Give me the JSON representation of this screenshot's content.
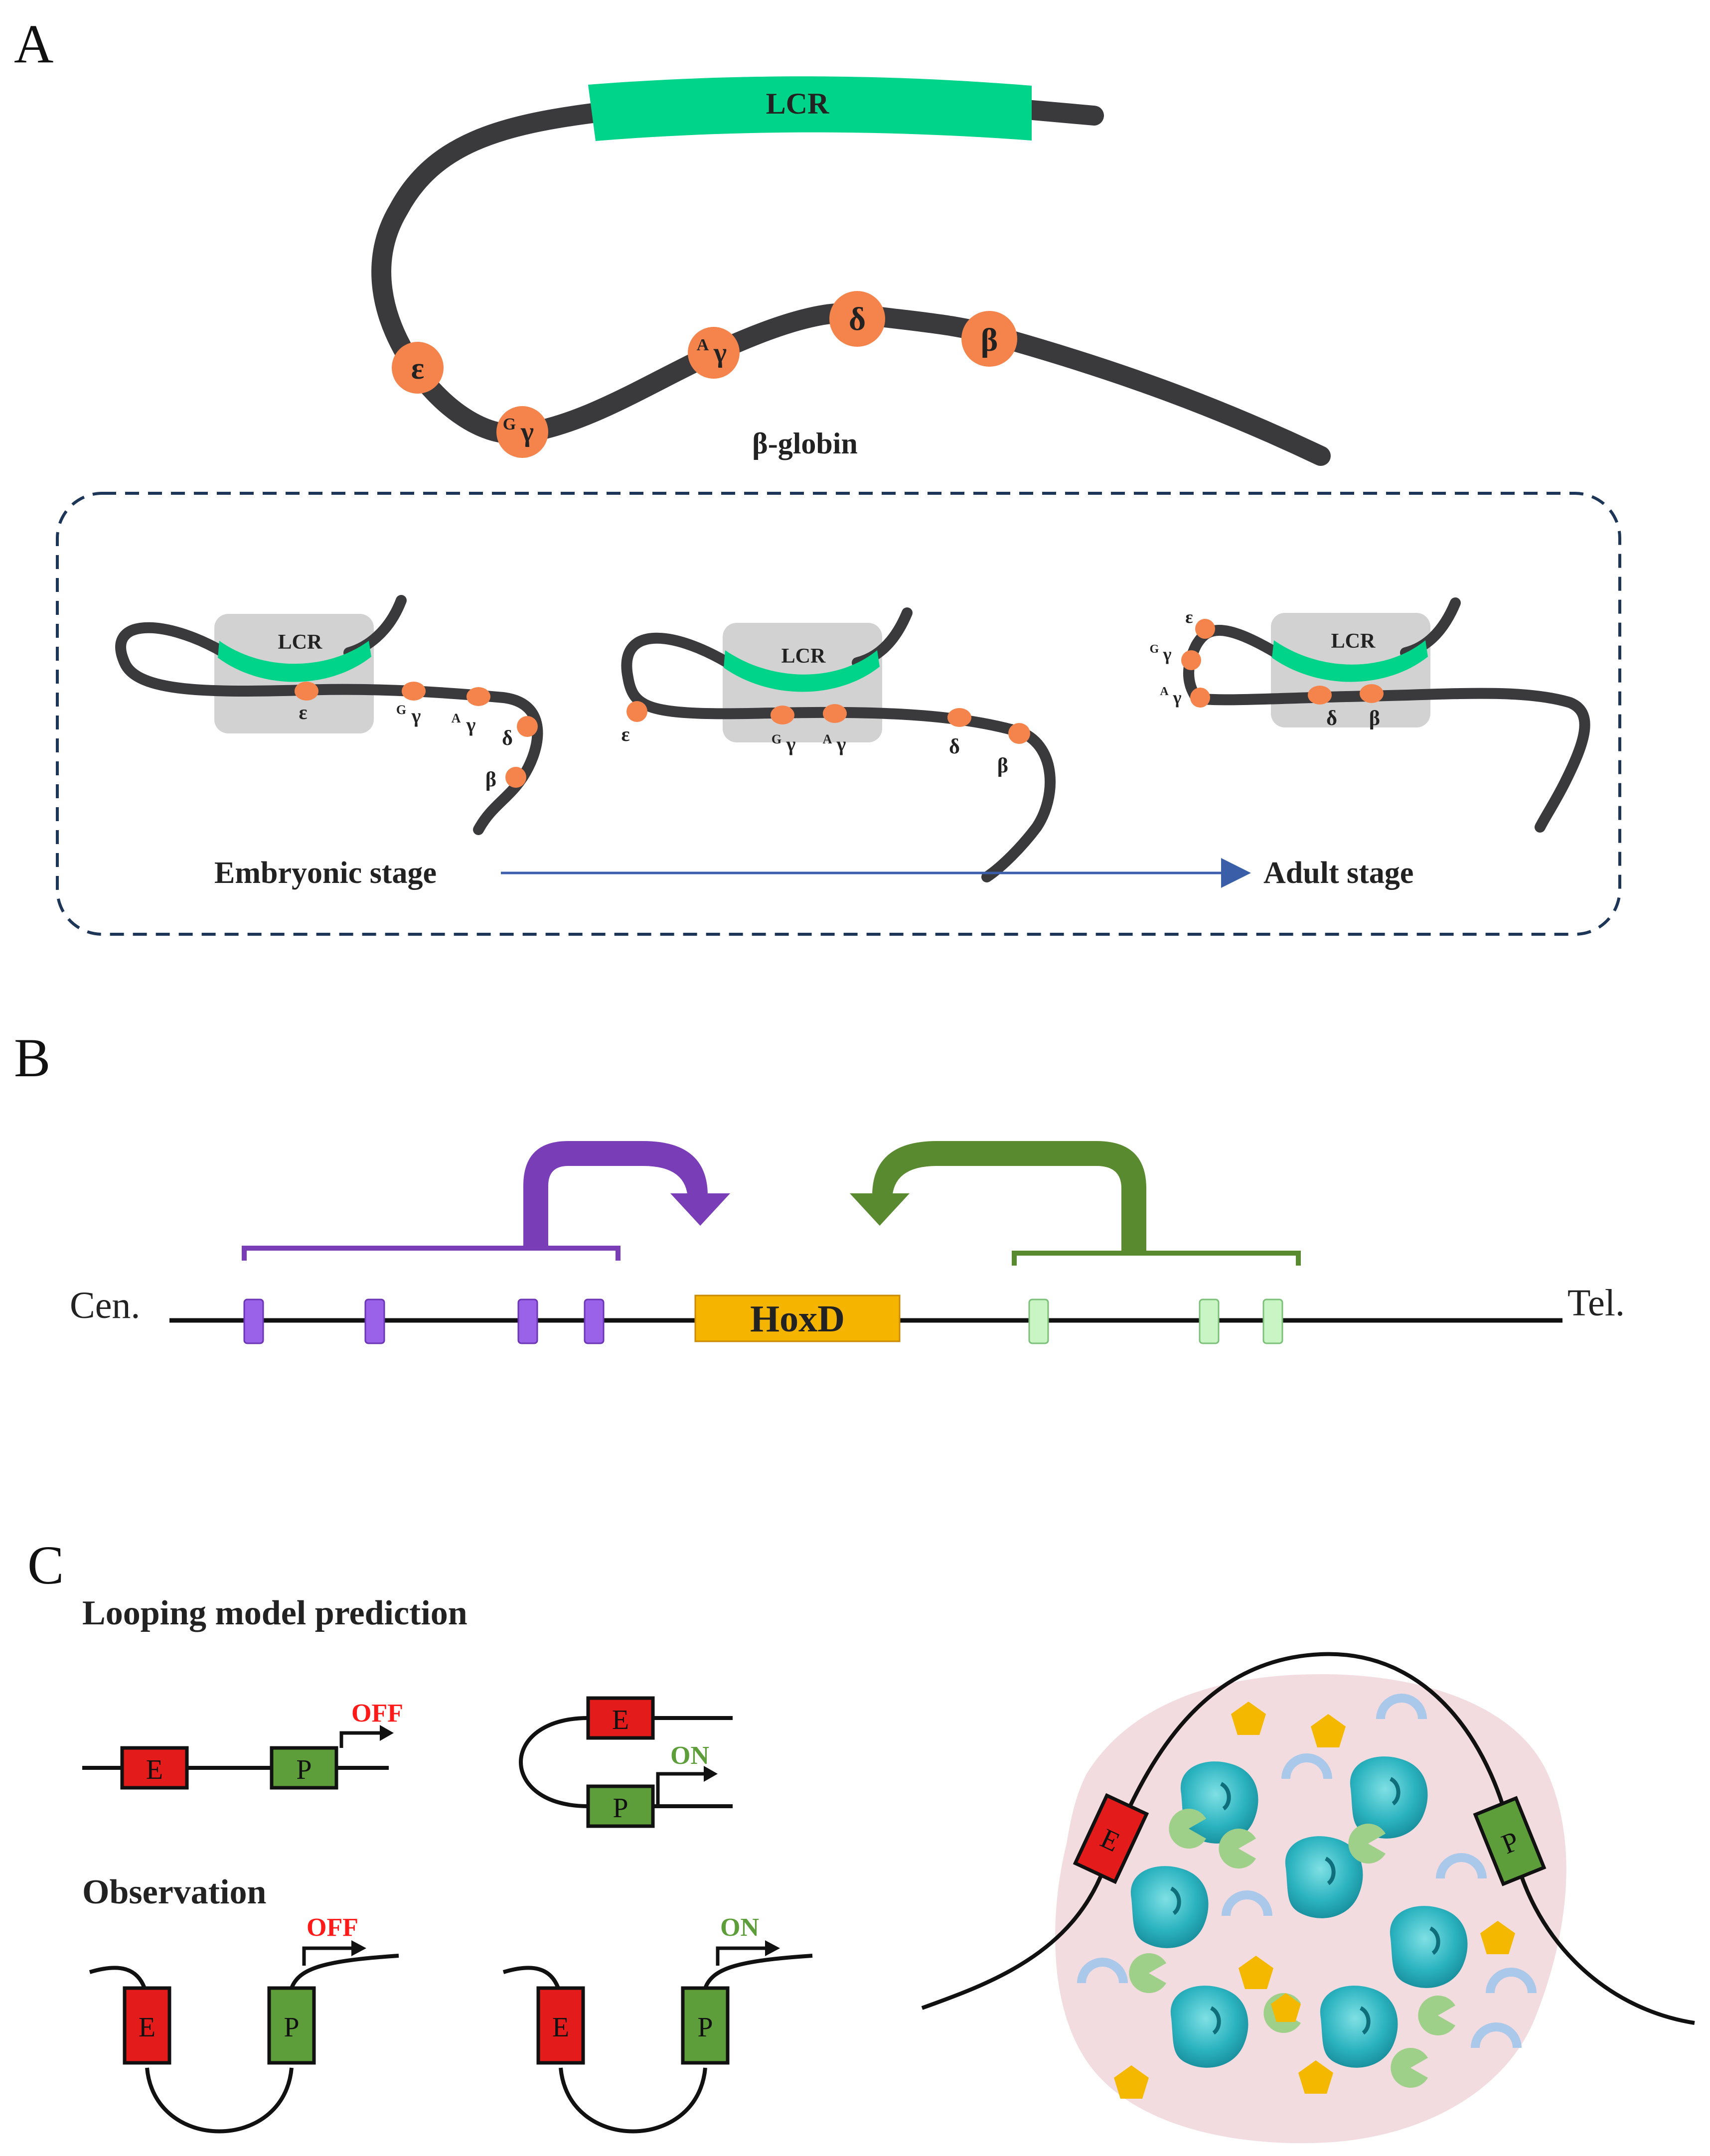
{
  "panelA": {
    "letter": "A",
    "lcr": "LCR",
    "locus_label": "β-globin",
    "genes": {
      "epsilon": "ε",
      "g_gamma_sup": "G",
      "gamma": "γ",
      "a_gamma_sup": "A",
      "delta": "δ",
      "beta": "β"
    },
    "stage_start": "Embryonic stage",
    "stage_end": "Adult stage"
  },
  "panelB": {
    "letter": "B",
    "left_label": "Cen.",
    "right_label": "Tel.",
    "gene_label": "HoxD"
  },
  "panelC": {
    "letter": "C",
    "heading_prediction": "Looping model prediction",
    "heading_observation": "Observation",
    "enhancer": "E",
    "promoter": "P",
    "off": "OFF",
    "on": "ON"
  },
  "colors": {
    "lcr_green": "#00d48a",
    "gene_orange": "#f5844c",
    "fiber": "#3a3a3c",
    "arrow_blue": "#3b5ea8",
    "cen_purple": "#7a3db8",
    "tel_green": "#5a8a30",
    "hoxd_gold": "#f5b400",
    "enhancer_red": "#e31b1b",
    "promoter_green": "#5e9e3a",
    "off_red": "#ff1a1a",
    "on_green": "#5e9e3a",
    "condensate_pink": "#f3dcdf"
  }
}
